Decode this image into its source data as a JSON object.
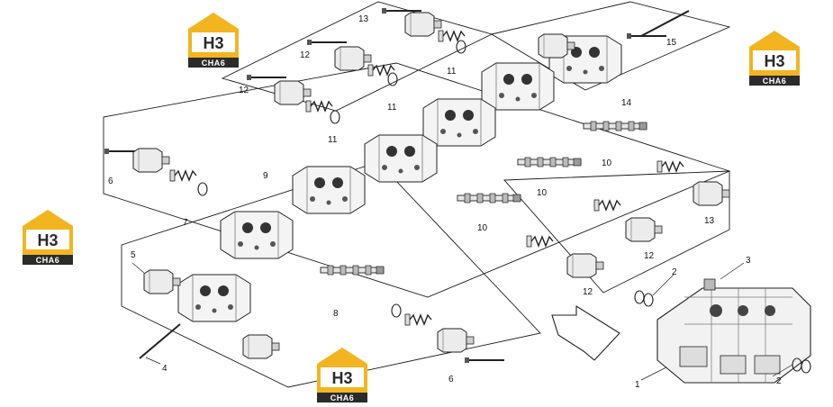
{
  "diagram": {
    "callouts": [
      "1",
      "2",
      "2",
      "3",
      "4",
      "5",
      "6",
      "6",
      "7",
      "8",
      "9",
      "10",
      "10",
      "10",
      "11",
      "11",
      "11",
      "12",
      "12",
      "12",
      "12",
      "13",
      "13",
      "14",
      "15"
    ]
  },
  "logo": {
    "top": "H3",
    "bottom": "CHA6",
    "colors": {
      "gold": "#f2b51f",
      "dark": "#2b2b2b",
      "white": "#ffffff"
    }
  },
  "colors": {
    "line": "#1a1a1a",
    "part": "#444444",
    "bg": "#ffffff"
  }
}
